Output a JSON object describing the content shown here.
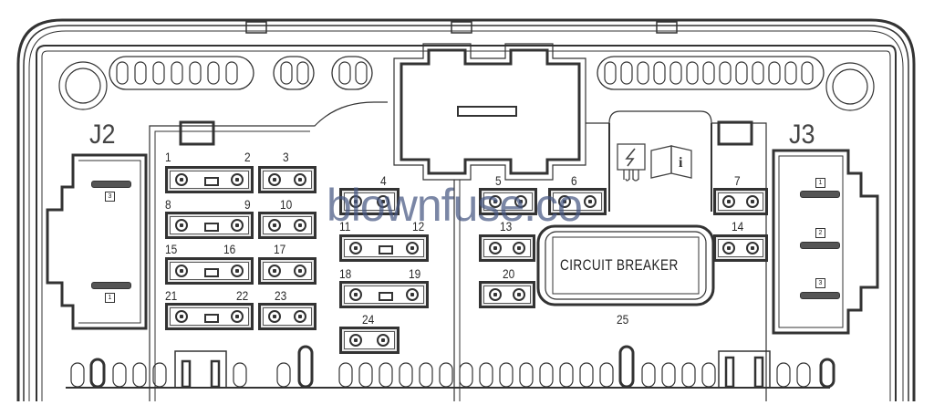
{
  "diagram": {
    "title": "Fuse box layout",
    "connectors": [
      {
        "id": "J2",
        "label": "J2",
        "pins": [
          "3",
          "1"
        ]
      },
      {
        "id": "J3",
        "label": "J3",
        "pins": [
          "1",
          "2",
          "3"
        ]
      }
    ],
    "fuses": [
      {
        "num": "1",
        "pair": "2",
        "type": "large"
      },
      {
        "num": "3",
        "type": "mini"
      },
      {
        "num": "4",
        "type": "mini"
      },
      {
        "num": "5",
        "type": "mini"
      },
      {
        "num": "6",
        "type": "mini"
      },
      {
        "num": "7",
        "type": "mini"
      },
      {
        "num": "8",
        "pair": "9",
        "type": "large"
      },
      {
        "num": "10",
        "type": "mini"
      },
      {
        "num": "11",
        "pair": "12",
        "type": "large"
      },
      {
        "num": "13",
        "type": "mini"
      },
      {
        "num": "14",
        "type": "mini"
      },
      {
        "num": "15",
        "pair": "16",
        "type": "large"
      },
      {
        "num": "17",
        "type": "mini"
      },
      {
        "num": "18",
        "pair": "19",
        "type": "large"
      },
      {
        "num": "20",
        "type": "mini"
      },
      {
        "num": "21",
        "pair": "22",
        "type": "large"
      },
      {
        "num": "23",
        "type": "mini"
      },
      {
        "num": "24",
        "type": "mini"
      }
    ],
    "circuit_breaker": {
      "num": "25",
      "label": "CIRCUIT BREAKER"
    },
    "icons": [
      "fuse-warning-icon",
      "manual-info-icon"
    ],
    "watermark": "blownfuse.co"
  },
  "labels": {
    "j2": "J2",
    "j3": "J3",
    "f1": "1",
    "f2": "2",
    "f3": "3",
    "f4": "4",
    "f5": "5",
    "f6": "6",
    "f7": "7",
    "f8": "8",
    "f9": "9",
    "f10": "10",
    "f11": "11",
    "f12": "12",
    "f13": "13",
    "f14": "14",
    "f15": "15",
    "f16": "16",
    "f17": "17",
    "f18": "18",
    "f19": "19",
    "f20": "20",
    "f21": "21",
    "f22": "22",
    "f23": "23",
    "f24": "24",
    "f25": "25",
    "cb": "CIRCUIT BREAKER",
    "j2p3": "3",
    "j2p1": "1",
    "j3p1": "1",
    "j3p2": "2",
    "j3p3": "3",
    "watermark": "blownfuse.co"
  }
}
